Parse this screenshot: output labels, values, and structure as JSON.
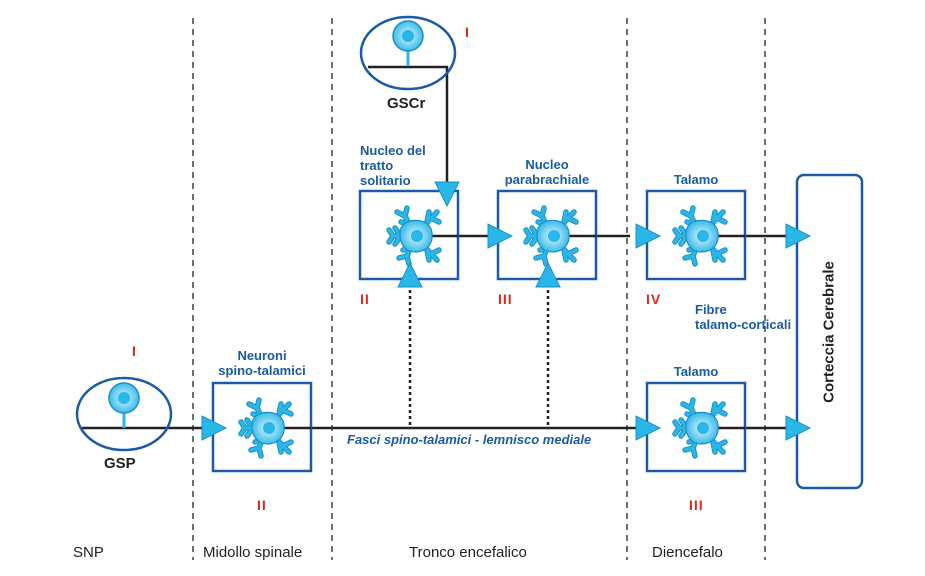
{
  "regions": [
    {
      "id": "snp",
      "label": "SNP"
    },
    {
      "id": "midollo",
      "label": "Midollo spinale"
    },
    {
      "id": "tronco",
      "label": "Tronco encefalico"
    },
    {
      "id": "diencefalo",
      "label": "Diencefalo"
    }
  ],
  "ganglia": {
    "gscr": {
      "label": "GSCr",
      "order": "I"
    },
    "gsp": {
      "label": "GSP",
      "order": "I"
    }
  },
  "nuclei": {
    "solitario": {
      "label_lines": [
        "Nucleo del",
        "tratto",
        "solitario"
      ],
      "order": "II"
    },
    "parabrachiale": {
      "label_lines": [
        "Nucleo",
        "parabrachiale"
      ],
      "order": "III"
    },
    "talamo_top": {
      "label": "Talamo",
      "order": "IV"
    },
    "spinotalamici": {
      "label_lines": [
        "Neuroni",
        "spino-talamici"
      ],
      "order": "II"
    },
    "talamo_bottom": {
      "label": "Talamo",
      "order": "III"
    }
  },
  "pathways": {
    "talamo_corticali": [
      "Fibre",
      "talamo-corticali"
    ],
    "fasci": "Fasci spino-talamici - lemnisco mediale"
  },
  "cortex": {
    "label": "Corteccia Cerebrale"
  },
  "colors": {
    "box_border": "#1a5aa6",
    "cell_fill": "#29b6e8",
    "order_numeral": "#e0261c",
    "line": "#222222"
  }
}
